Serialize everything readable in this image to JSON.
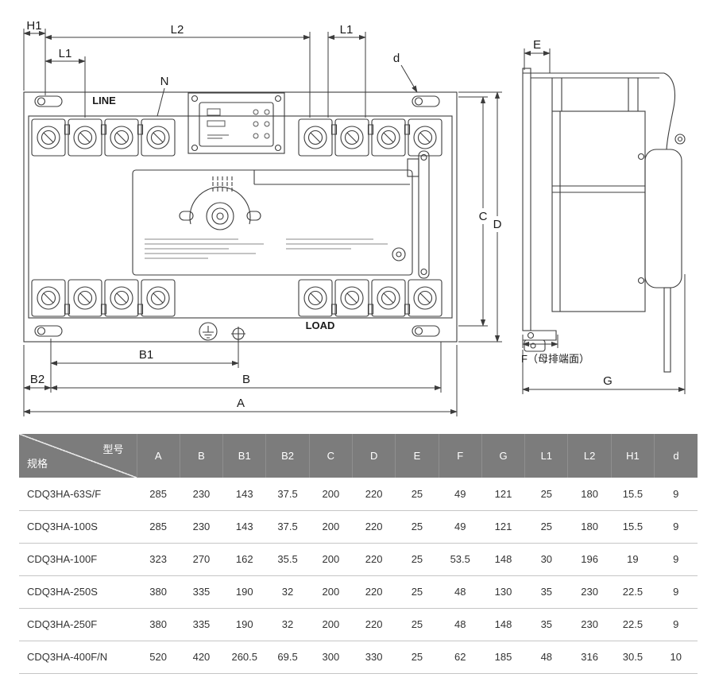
{
  "colors": {
    "line": "#3c3c3c",
    "table_header_bg": "#7c7c7c",
    "table_header_text": "#ffffff",
    "table_border": "#c6c6c6"
  },
  "front_view": {
    "labels": {
      "H1": "H1",
      "L2": "L2",
      "L1_left": "L1",
      "L1_right": "L1",
      "d": "d",
      "N_callout": "N",
      "LINE": "LINE",
      "LOAD": "LOAD",
      "C": "C",
      "D": "D",
      "B1": "B1",
      "B2": "B2",
      "B": "B",
      "A": "A"
    }
  },
  "side_view": {
    "labels": {
      "E": "E",
      "F": "F（母排端面）",
      "G": "G"
    }
  },
  "table": {
    "corner": {
      "top_right": "型号",
      "bottom_left": "规格"
    },
    "columns": [
      "A",
      "B",
      "B1",
      "B2",
      "C",
      "D",
      "E",
      "F",
      "G",
      "L1",
      "L2",
      "H1",
      "d"
    ],
    "rows": [
      {
        "model": "CDQ3HA-63S/F",
        "values": [
          "285",
          "230",
          "143",
          "37.5",
          "200",
          "220",
          "25",
          "49",
          "121",
          "25",
          "180",
          "15.5",
          "9"
        ]
      },
      {
        "model": "CDQ3HA-100S",
        "values": [
          "285",
          "230",
          "143",
          "37.5",
          "200",
          "220",
          "25",
          "49",
          "121",
          "25",
          "180",
          "15.5",
          "9"
        ]
      },
      {
        "model": "CDQ3HA-100F",
        "values": [
          "323",
          "270",
          "162",
          "35.5",
          "200",
          "220",
          "25",
          "53.5",
          "148",
          "30",
          "196",
          "19",
          "9"
        ]
      },
      {
        "model": "CDQ3HA-250S",
        "values": [
          "380",
          "335",
          "190",
          "32",
          "200",
          "220",
          "25",
          "48",
          "130",
          "35",
          "230",
          "22.5",
          "9"
        ]
      },
      {
        "model": "CDQ3HA-250F",
        "values": [
          "380",
          "335",
          "190",
          "32",
          "200",
          "220",
          "25",
          "48",
          "148",
          "35",
          "230",
          "22.5",
          "9"
        ]
      },
      {
        "model": "CDQ3HA-400F/N",
        "values": [
          "520",
          "420",
          "260.5",
          "69.5",
          "300",
          "330",
          "25",
          "62",
          "185",
          "48",
          "316",
          "30.5",
          "10"
        ]
      }
    ]
  }
}
